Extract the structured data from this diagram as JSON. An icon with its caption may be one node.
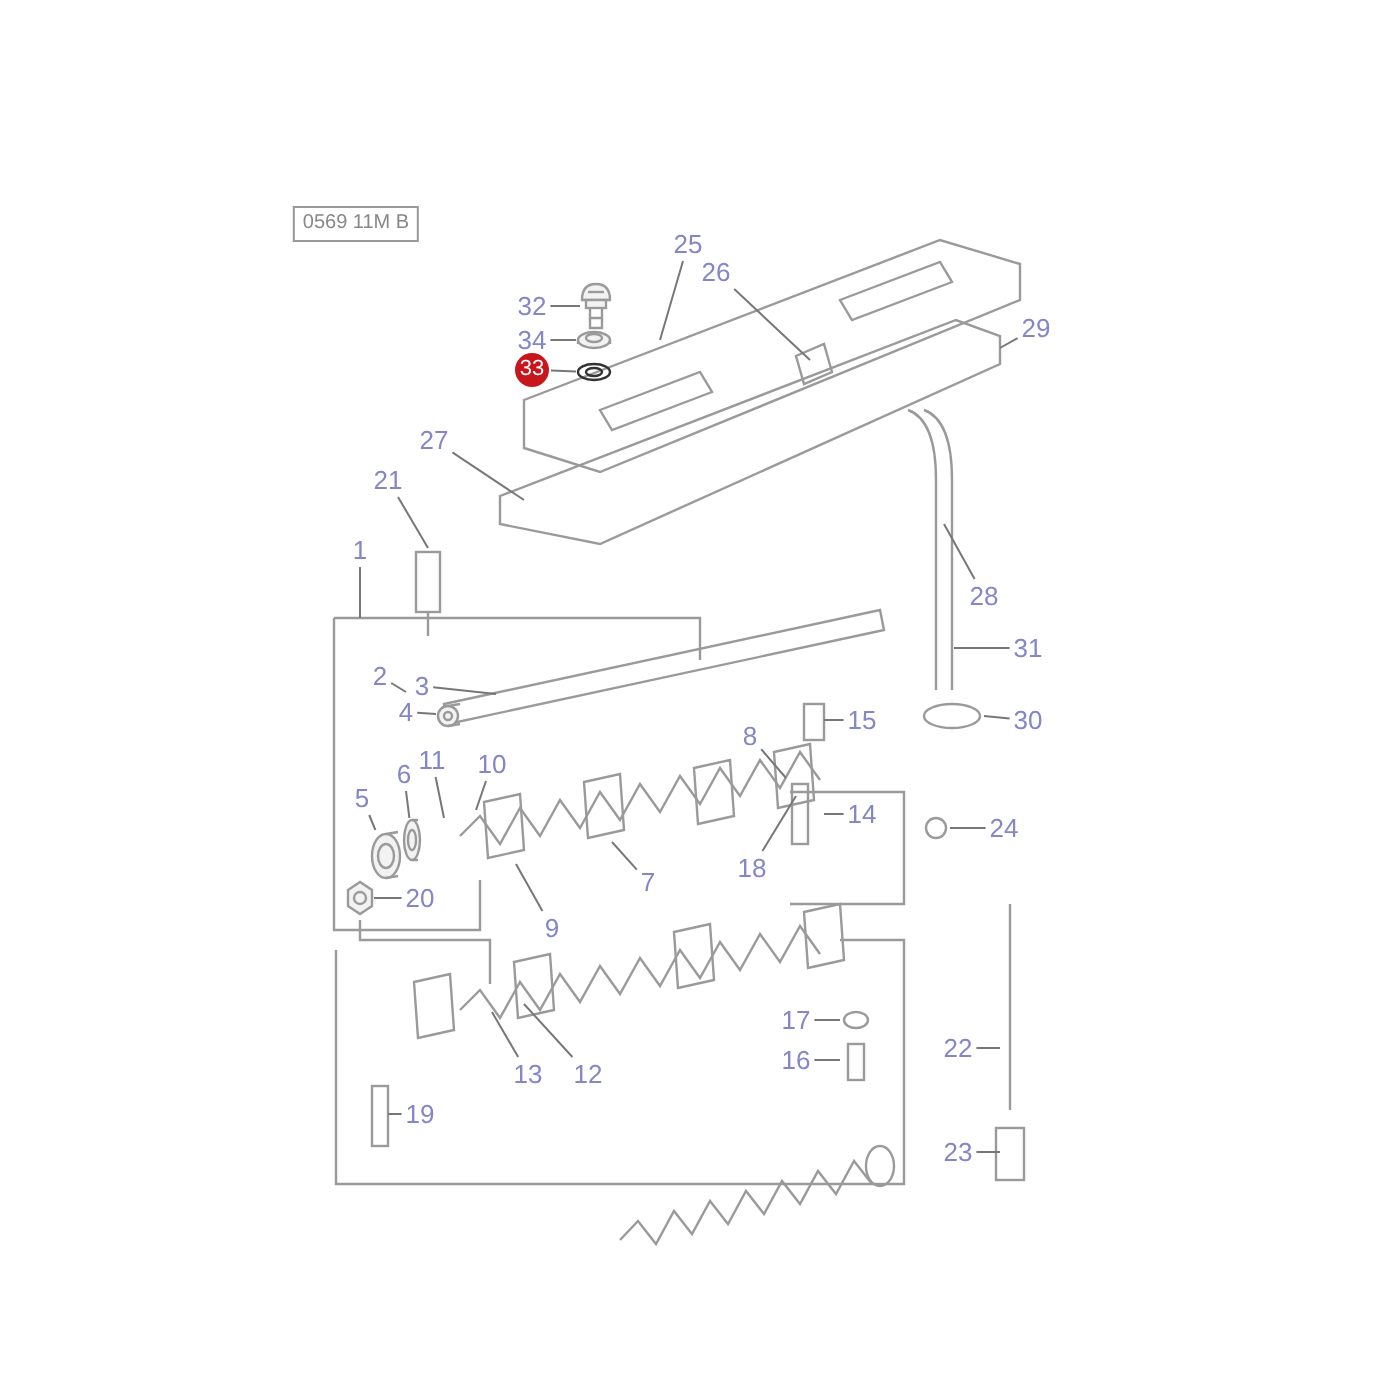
{
  "diagram": {
    "nodes": [
      {
        "text": [
          "0569 11M B"
        ]
      },
      {
        "text": [
          "25"
        ]
      },
      {
        "text": [
          "26"
        ]
      },
      {
        "text": [
          "32"
        ]
      },
      {
        "text": [
          "29"
        ]
      },
      {
        "text": [
          "34"
        ]
      },
      {
        "text": [
          "33"
        ]
      },
      {
        "text": [
          "27"
        ]
      },
      {
        "text": [
          "21"
        ]
      },
      {
        "text": [
          "1"
        ]
      },
      {
        "text": [
          "28"
        ]
      },
      {
        "text": [
          "31"
        ]
      },
      {
        "text": [
          "2"
        ]
      },
      {
        "text": [
          "3"
        ]
      },
      {
        "text": [
          "4"
        ]
      },
      {
        "text": [
          "15"
        ]
      },
      {
        "text": [
          "30"
        ]
      },
      {
        "text": [
          "8"
        ]
      },
      {
        "text": [
          "11"
        ]
      },
      {
        "text": [
          "10"
        ]
      },
      {
        "text": [
          "6"
        ]
      },
      {
        "text": [
          "5"
        ]
      },
      {
        "text": [
          "14"
        ]
      },
      {
        "text": [
          "24"
        ]
      },
      {
        "text": [
          "18"
        ]
      },
      {
        "text": [
          "7"
        ]
      },
      {
        "text": [
          "20"
        ]
      },
      {
        "text": [
          "9"
        ]
      },
      {
        "text": [
          "17"
        ]
      },
      {
        "text": [
          "22"
        ]
      },
      {
        "text": [
          "16"
        ]
      },
      {
        "text": [
          "13"
        ]
      },
      {
        "text": [
          "12"
        ]
      },
      {
        "text": [
          "19"
        ]
      },
      {
        "text": [
          "23"
        ]
      },
      {
        "text": [],
        "shape": "picture"
      },
      {
        "text": [],
        "shape": "picture"
      },
      {
        "text": [],
        "shape": "picture"
      },
      {
        "text": [],
        "shape": "picture"
      },
      {
        "text": [],
        "shape": "picture"
      },
      {
        "text": [],
        "shape": "picture"
      },
      {
        "text": [],
        "shape": "picture"
      }
    ],
    "edges": [
      {
        "from": 1,
        "to": null,
        "arrow": "none"
      },
      {
        "from": 2,
        "to": null,
        "arrow": "none"
      },
      {
        "from": 3,
        "to": 35,
        "arrow": "none"
      },
      {
        "from": 4,
        "to": null,
        "arrow": "none"
      },
      {
        "from": 5,
        "to": 36,
        "arrow": "none"
      },
      {
        "from": 6,
        "to": 37,
        "arrow": "none"
      },
      {
        "from": 7,
        "to": null,
        "arrow": "none"
      },
      {
        "from": 8,
        "to": null,
        "arrow": "none"
      },
      {
        "from": 9,
        "to": null,
        "arrow": "none"
      },
      {
        "from": 10,
        "to": null,
        "arrow": "none"
      },
      {
        "from": 11,
        "to": null,
        "arrow": "none"
      },
      {
        "from": 12,
        "to": null,
        "arrow": "none"
      },
      {
        "from": 13,
        "to": null,
        "arrow": "none"
      },
      {
        "from": 14,
        "to": 38,
        "arrow": "none"
      },
      {
        "from": 15,
        "to": null,
        "arrow": "none"
      },
      {
        "from": 16,
        "to": null,
        "arrow": "none"
      },
      {
        "from": 17,
        "to": null,
        "arrow": "none"
      },
      {
        "from": 18,
        "to": null,
        "arrow": "none"
      },
      {
        "from": 19,
        "to": null,
        "arrow": "none"
      },
      {
        "from": 20,
        "to": 39,
        "arrow": "none"
      },
      {
        "from": 21,
        "to": 40,
        "arrow": "none"
      },
      {
        "from": 22,
        "to": null,
        "arrow": "none"
      },
      {
        "from": 23,
        "to": null,
        "arrow": "none"
      },
      {
        "from": 24,
        "to": null,
        "arrow": "none"
      },
      {
        "from": 25,
        "to": null,
        "arrow": "none"
      },
      {
        "from": 26,
        "to": 41,
        "arrow": "none"
      },
      {
        "from": 27,
        "to": null,
        "arrow": "none"
      },
      {
        "from": 28,
        "to": null,
        "arrow": "none"
      },
      {
        "from": 29,
        "to": null,
        "arrow": "none"
      },
      {
        "from": 30,
        "to": null,
        "arrow": "none"
      },
      {
        "from": 31,
        "to": null,
        "arrow": "none"
      },
      {
        "from": 32,
        "to": null,
        "arrow": "none"
      },
      {
        "from": 33,
        "to": null,
        "arrow": "none"
      },
      {
        "from": 34,
        "to": null,
        "arrow": "none"
      }
    ]
  }
}
